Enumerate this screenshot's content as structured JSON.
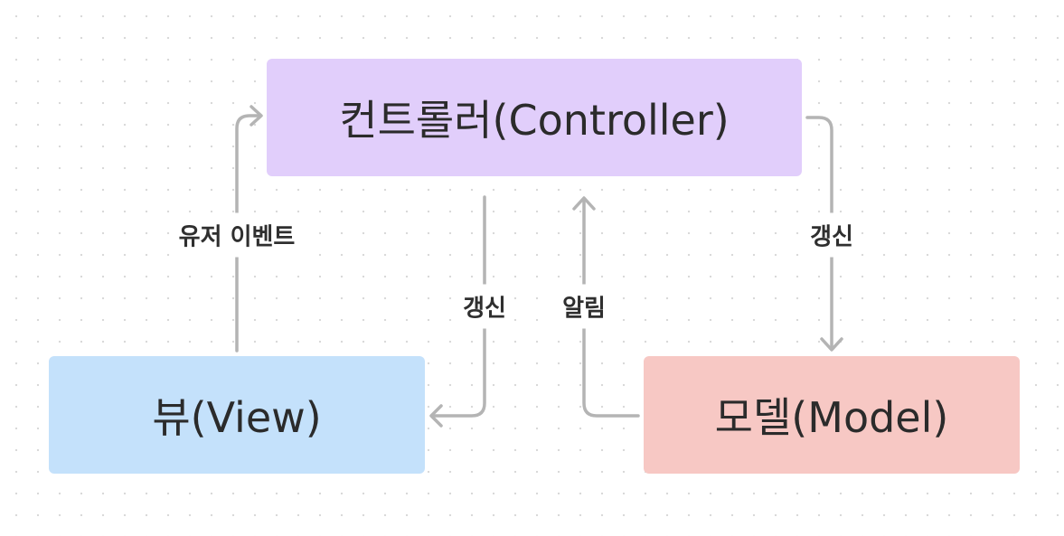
{
  "nodes": {
    "controller": {
      "label": "컨트롤러(Controller)",
      "color": "#e1cefb"
    },
    "view": {
      "label": "뷰(View)",
      "color": "#c4e1fb"
    },
    "model": {
      "label": "모델(Model)",
      "color": "#f7c8c4"
    }
  },
  "edges": {
    "view_to_controller": {
      "label": "유저 이벤트"
    },
    "controller_to_model": {
      "label": "갱신"
    },
    "controller_to_view": {
      "label": "갱신"
    },
    "model_to_controller": {
      "label": "알림"
    }
  },
  "colors": {
    "connector": "#b4b4b4",
    "text": "#2b2b2b"
  }
}
